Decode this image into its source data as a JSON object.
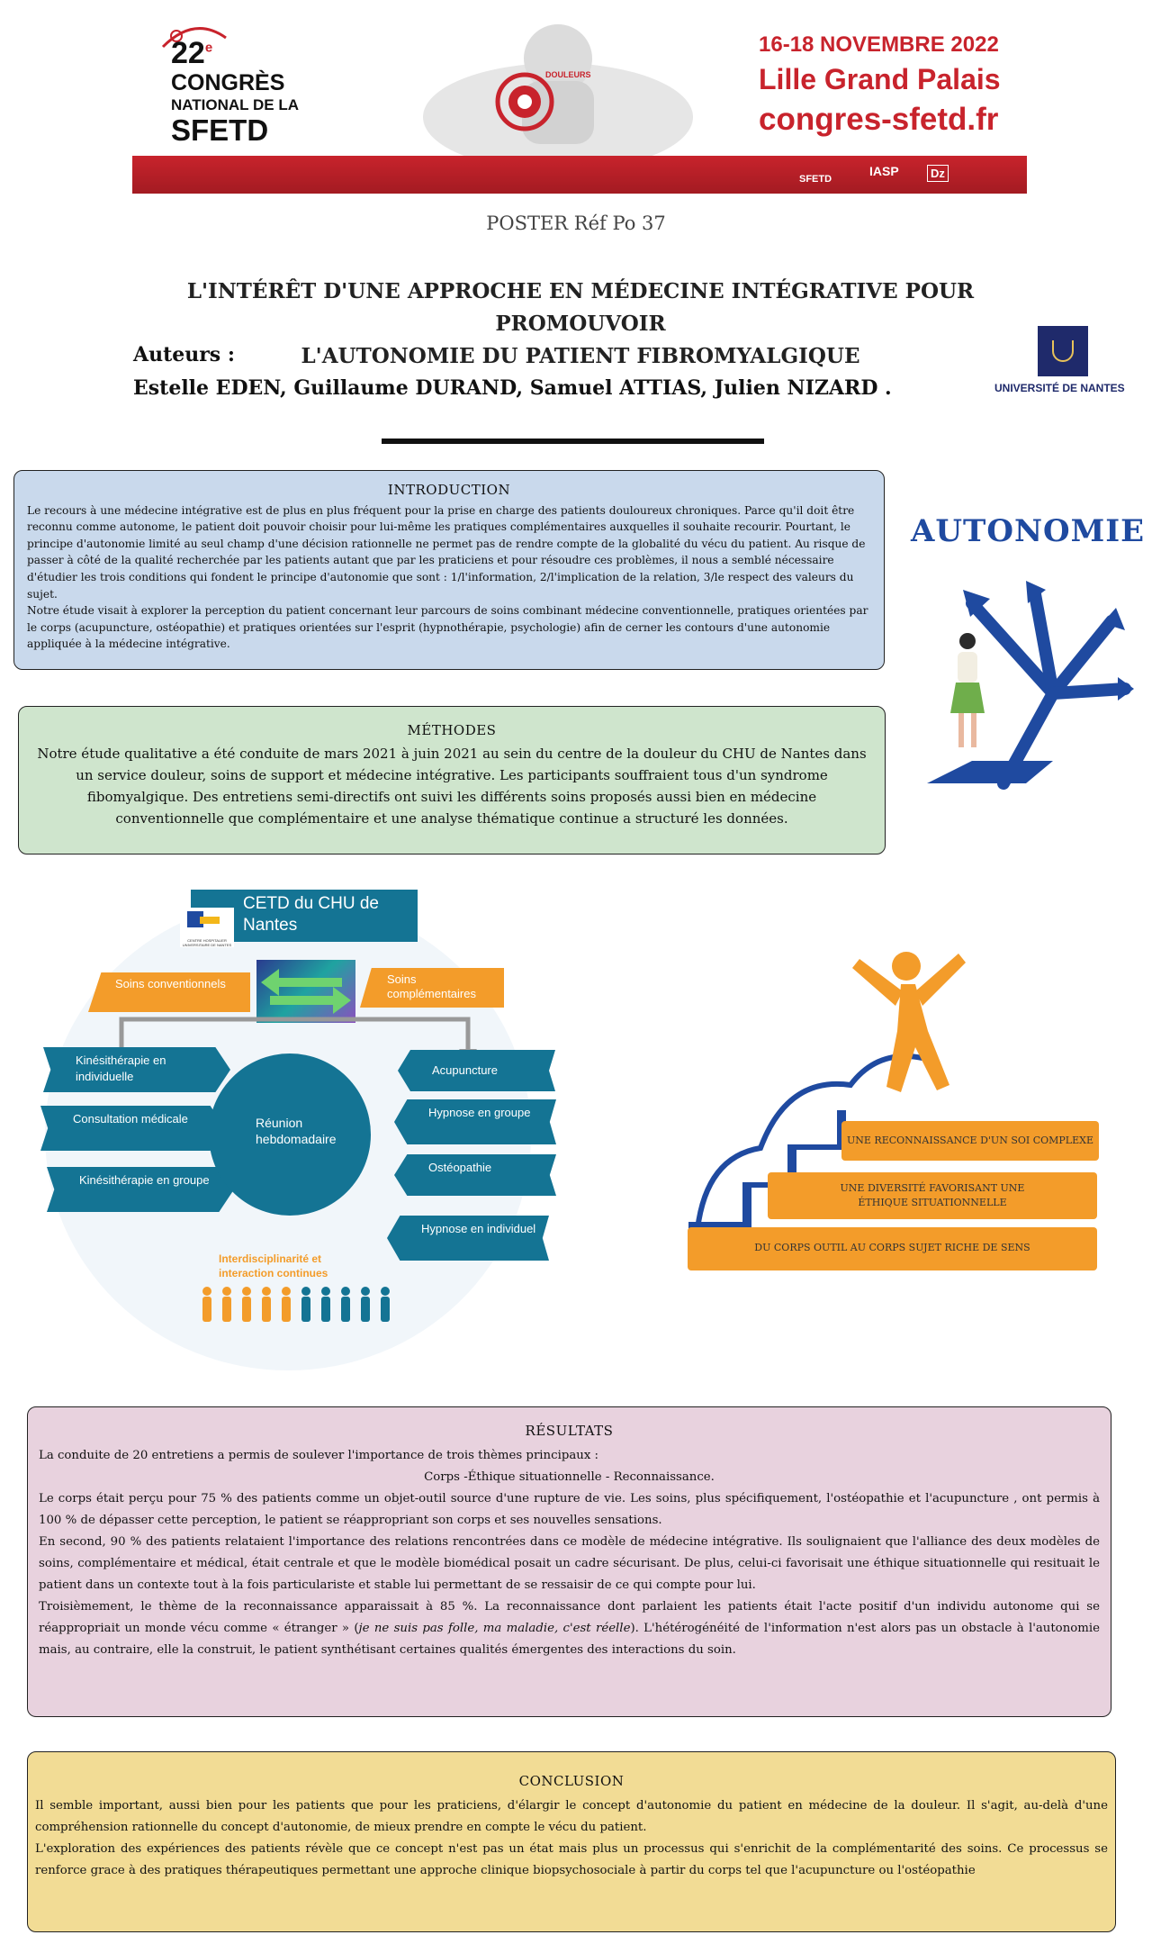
{
  "header": {
    "congress_number": "22",
    "congress_sup": "e",
    "congress_line1": "CONGRÈS",
    "congress_line2": "NATIONAL DE LA",
    "congress_line3": "SFETD",
    "logo_word": "DOULEURS",
    "date": "16-18 NOVEMBRE 2022",
    "venue": "Lille Grand Palais",
    "website": "congres-sfetd.fr",
    "partner_logos": [
      "SFETD",
      "IASP",
      "Dz"
    ]
  },
  "poster_ref": "POSTER Réf Po 37",
  "title_line1": "L'INTÉRÊT D'UNE APPROCHE EN MÉDECINE INTÉGRATIVE POUR PROMOUVOIR",
  "title_line2": "L'AUTONOMIE DU PATIENT FIBROMYALGIQUE",
  "authors_label": "Auteurs :",
  "authors": "Estelle EDEN, Guillaume DURAND, Samuel ATTIAS, Julien NIZARD .",
  "university": "UNIVERSITÉ DE NANTES",
  "intro": {
    "heading": "INTRODUCTION",
    "text": "Le recours à une médecine intégrative est de plus en plus fréquent pour la prise en charge des patients douloureux chroniques. Parce qu'il doit être reconnu comme autonome, le patient doit pouvoir choisir pour lui-même les pratiques complémentaires auxquelles il souhaite recourir. Pourtant, le principe d'autonomie limité au seul champ d'une décision rationnelle ne permet pas de rendre compte de la globalité du vécu du patient. Au risque de passer à côté de la qualité recherchée par les patients autant que par les praticiens et pour résoudre ces problèmes, il nous a semblé nécessaire d'étudier les trois conditions qui fondent le principe d'autonomie que sont : 1/l'information, 2/l'implication de la relation, 3/le respect des valeurs du sujet.",
    "text2": "Notre étude visait à explorer la perception du patient concernant leur parcours de soins combinant médecine conventionnelle, pratiques orientées par le corps (acupuncture, ostéopathie) et pratiques orientées sur l'esprit (hypnothérapie, psychologie) afin de cerner les contours d'une autonomie appliquée à la médecine intégrative."
  },
  "methods": {
    "heading": "MÉTHODES",
    "text": "Notre étude qualitative a été conduite de mars 2021 à juin 2021 au sein du centre de la douleur du CHU de Nantes dans un service douleur, soins de support et médecine intégrative. Les participants souffraient tous d'un syndrome fibomyalgique. Des entretiens semi-directifs ont suivi les différents soins proposés aussi bien en médecine conventionnelle que complémentaire et une analyse thématique continue a structuré les données."
  },
  "autonomie_label": "AUTONOMIE",
  "diagram": {
    "title": "CETD du CHU de Nantes",
    "logo_caption": "CENTRE HOSPITALIER UNIVERSITAIRE DE NANTES",
    "conventional": "Soins conventionnels",
    "complementary": "Soins complémentaires",
    "left_items": [
      "Kinésithérapie en individuelle",
      "Consultation médicale",
      "Kinésithérapie en groupe"
    ],
    "right_items": [
      "Acupuncture",
      "Hypnose en groupe",
      "Ostéopathie",
      "Hypnose en individuel"
    ],
    "center": "Réunion hebdomadaire",
    "interdisciplinarity": "Interdisciplinarité et interaction continues"
  },
  "steps": [
    "UNE RECONNAISSANCE D'UN SOI COMPLEXE",
    "UNE DIVERSITÉ FAVORISANT UNE ÉTHIQUE SITUATIONNELLE",
    "DU CORPS OUTIL AU CORPS SUJET RICHE DE SENS"
  ],
  "results": {
    "heading": "RÉSULTATS",
    "intro": " La conduite de 20 entretiens a permis de soulever l'importance de trois thèmes principaux :",
    "themes": "Corps -Éthique situationnelle - Reconnaissance.",
    "p1": "Le corps était perçu pour 75 % des patients comme un objet-outil source d'une rupture de vie. Les soins, plus spécifiquement, l'ostéopathie et l'acupuncture , ont permis à 100 % de dépasser cette perception, le patient se réappropriant son corps et ses nouvelles sensations.",
    "p2": "En second, 90 % des patients relataient l'importance des relations rencontrées dans ce modèle de médecine intégrative. Ils soulignaient que l'alliance des deux modèles de soins, complémentaire et médical, était centrale et que le modèle biomédical posait un cadre sécurisant. De plus, celui-ci favorisait une éthique situationnelle qui resituait le patient dans un contexte tout à la fois particulariste et stable lui permettant de se ressaisir de ce qui compte pour lui.",
    "p3a": "Troisièmement, le thème de la reconnaissance apparaissait à 85 %. La reconnaissance dont parlaient les patients était l'acte positif d'un individu autonome qui se réappropriait un monde vécu comme « étranger » (",
    "p3_italic": "je ne suis pas folle, ma maladie, c'est réelle",
    "p3b": ").  L'hétérogénéité de l'information n'est alors pas un obstacle à l'autonomie mais, au contraire, elle la construit, le patient synthétisant certaines qualités émergentes des interactions du soin."
  },
  "conclusion": {
    "heading": "CONCLUSION",
    "p1": " Il semble important, aussi bien pour les patients que pour les praticiens, d'élargir le concept d'autonomie du patient en médecine de la douleur. Il s'agit, au-delà d'une compréhension rationnelle du concept d'autonomie, de mieux prendre en compte le vécu du patient.",
    "p2": "L'exploration des expériences des patients révèle que ce concept n'est pas un état mais plus un processus qui s'enrichit de la complémentarité des soins. Ce processus se renforce grace à des pratiques thérapeutiques permettant une approche clinique biopsychosociale à partir du corps tel que l'acupuncture ou l'ostéopathie"
  },
  "colors": {
    "brand_red": "#c8232c",
    "teal": "#147494",
    "orange": "#f39c2a",
    "blue_figure": "#1f4aa0"
  }
}
